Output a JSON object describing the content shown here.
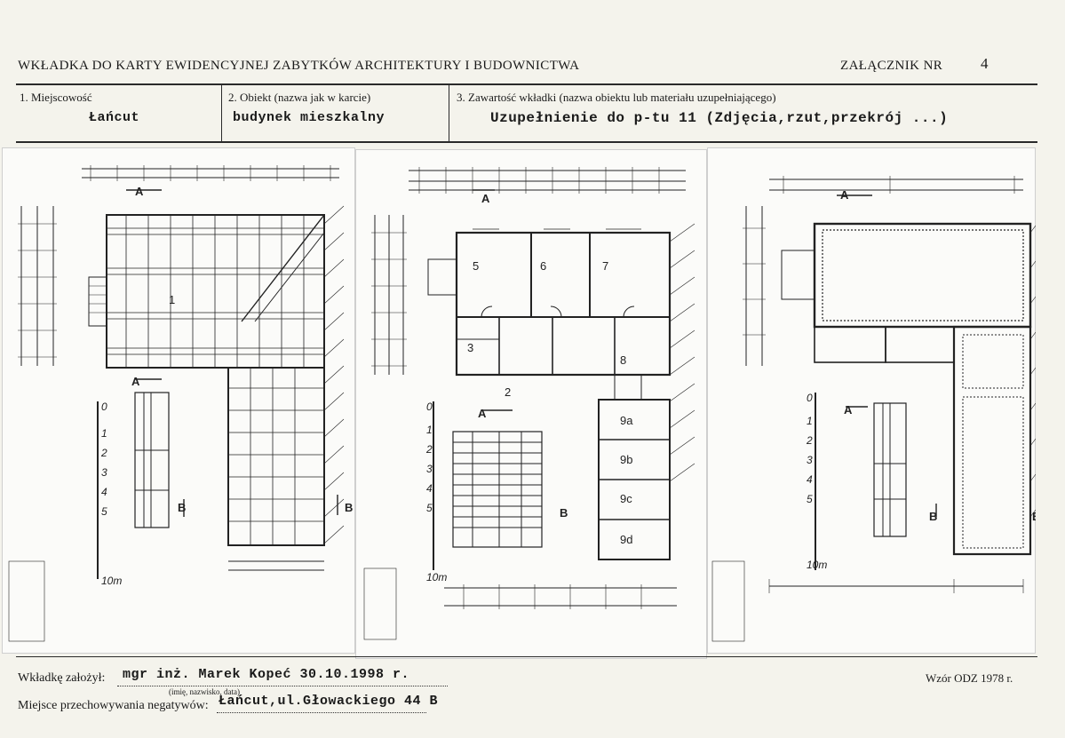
{
  "header": {
    "title": "WKŁADKA DO KARTY EWIDENCYJNEJ ZABYTKÓW ARCHITEKTURY I BUDOWNICTWA",
    "annex_label": "ZAŁĄCZNIK NR",
    "annex_number": "4"
  },
  "fields": {
    "locality": {
      "label": "1. Miejscowość",
      "value": "Łańcut"
    },
    "object": {
      "label": "2. Obiekt (nazwa jak w karcie)",
      "value": "budynek mieszkalny"
    },
    "contents": {
      "label": "3. Zawartość wkładki (nazwa obiektu lub materiału uzupełniającego)",
      "value": "Uzupełnienie do p-tu 11 (Zdjęcia,rzut,przekrój ...)"
    }
  },
  "drawings": {
    "plan1": {
      "room_label": "1",
      "section_a": "A",
      "section_b": "B",
      "scale_numbers": [
        "0",
        "1",
        "2",
        "3",
        "4",
        "5",
        "10m"
      ]
    },
    "plan2": {
      "room_labels": [
        "5",
        "6",
        "7",
        "3",
        "2",
        "8",
        "9a",
        "9b",
        "9c",
        "9d"
      ],
      "section_a": "A",
      "section_b": "B",
      "scale_numbers": [
        "0",
        "1",
        "2",
        "3",
        "4",
        "5",
        "10m"
      ]
    },
    "plan3": {
      "section_a": "A",
      "section_b": "B",
      "scale_numbers": [
        "0",
        "1",
        "2",
        "3",
        "4",
        "5",
        "10m"
      ]
    }
  },
  "footer": {
    "founded_label": "Wkładkę założył:",
    "founded_value": "mgr inż. Marek Kopeć 30.10.1998 r.",
    "founded_hint": "(imię, nazwisko, data)",
    "storage_label": "Miejsce przechowywania negatywów:",
    "storage_value": "Łańcut,ul.Głowackiego 44 B",
    "form_code": "Wzór ODZ 1978 r."
  }
}
